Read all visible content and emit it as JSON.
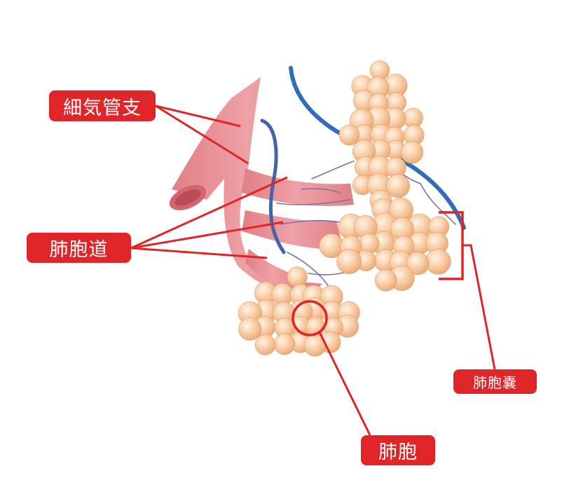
{
  "labels": {
    "bronchiole": "細気管支",
    "alveolar_duct": "肺胞道",
    "alveolar_sac": "肺胞嚢",
    "alveolus": "肺胞"
  },
  "colors": {
    "label_bg": "#e02528",
    "label_text": "#ffffff",
    "leader_line": "#e02528",
    "airway": "#e88a8d",
    "airway_dark": "#d66a72",
    "vessel": "#2f6fb8",
    "vein_purple": "#7b6fb0",
    "alveoli": "#f6c49a",
    "alveoli_shadow": "#e8a070"
  }
}
